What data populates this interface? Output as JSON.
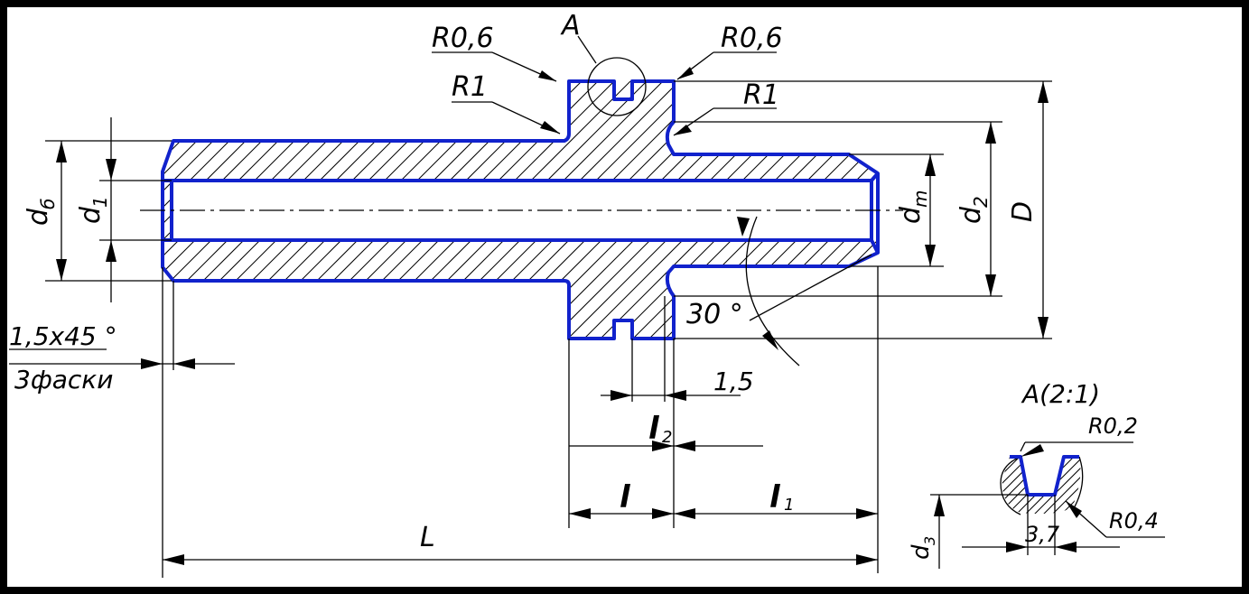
{
  "colors": {
    "outline": "#1122cc",
    "frame": "#000000",
    "background": "#ffffff",
    "lines": "#000000"
  },
  "labels": {
    "r06_left": "R0,6",
    "a_mark": "A",
    "r06_right": "R0,6",
    "r1_left": "R1",
    "r1_right": "R1",
    "d_b": "d",
    "d_b_sub": "б",
    "d_1": "d",
    "d_1_sub": "1",
    "d_m": "d",
    "d_m_sub": "m",
    "d_2": "d",
    "d_2_sub": "2",
    "D": "D",
    "chamfer": "1,5x45 °",
    "chamfer_count": "3фаски",
    "angle": "30 °",
    "dim_15": "1,5",
    "l2": "l",
    "l2_sub": "2",
    "l": "l",
    "l1": "l",
    "l1_sub": "1",
    "L": "L",
    "detail_title": "A(2:1)",
    "r02": "R0,2",
    "r04": "R0,4",
    "d3": "d",
    "d3_sub": "3",
    "dim_37": "3,7"
  }
}
